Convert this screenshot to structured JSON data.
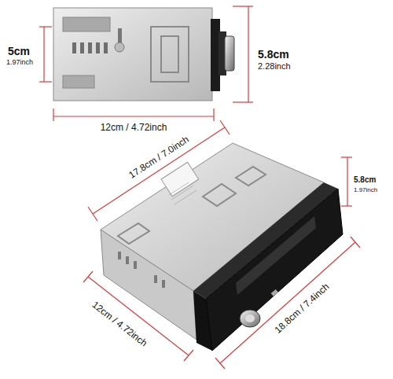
{
  "diagram": {
    "labels": [
      "5cm",
      "1.97inch",
      "5.8cm",
      "2.28inch",
      "12cm / 4.72inch",
      "17.8cm / 7.0inch",
      "5.8cm",
      "1.97inch",
      "12cm / 4.72inch",
      "18.8cm / 7.4inch"
    ]
  }
}
